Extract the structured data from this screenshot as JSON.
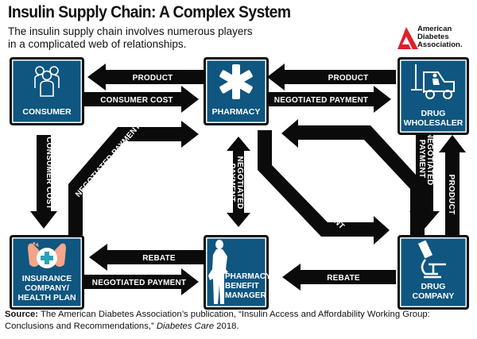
{
  "header": {
    "title": "Insulin Supply Chain: A Complex System",
    "subtitle": "The insulin supply chain involves numerous players in a complicated web of relationships."
  },
  "logo": {
    "line1": "American",
    "line2": "Diabetes",
    "line3": "Association.",
    "icon": "ada-triangle-icon",
    "color": "#e0202a"
  },
  "nodes": {
    "consumer": {
      "label": "CONSUMER",
      "icon": "people-group-icon"
    },
    "pharmacy": {
      "label": "PHARMACY",
      "icon": "asterisk-star-icon"
    },
    "wholesaler": {
      "label_line1": "DRUG",
      "label_line2": "WHOLESALER",
      "icon": "forklift-icon"
    },
    "insurance": {
      "label_line1": "INSURANCE",
      "label_line2": "COMPANY/",
      "label_line3": "HEALTH PLAN",
      "icon": "hands-medical-cross-icon"
    },
    "pbm": {
      "label_line1": "PHARMACY",
      "label_line2": "BENEFIT",
      "label_line3": "MANAGER",
      "icon": "person-silhouette-icon"
    },
    "drug_company": {
      "label_line1": "DRUG",
      "label_line2": "COMPANY",
      "icon": "microscope-icon"
    }
  },
  "flows": {
    "pharmacy_to_consumer": "PRODUCT",
    "consumer_to_pharmacy": "CONSUMER COST",
    "wholesaler_to_pharmacy": "PRODUCT",
    "pharmacy_to_wholesaler": "NEGOTIATED PAYMENT",
    "consumer_to_insurance": "CONSUMER COST",
    "insurance_to_pharmacy": "NEGOTIATED PAYMENT",
    "pharmacy_pbm_line1": "NEGOTIATED",
    "pharmacy_pbm_line2": "PAYMENT",
    "pharmacy_to_drug_company": "NEGOTIATED PAYMENT",
    "drug_company_to_pharmacy": "PRODUCT",
    "wholesaler_to_drug_line1": "NEGOTIATED",
    "wholesaler_to_drug_line2": "PAYMENT",
    "drug_to_wholesaler": "PRODUCT",
    "pbm_to_insurance": "REBATE",
    "insurance_to_pbm": "NEGOTIATED PAYMENT",
    "drug_company_to_pbm": "REBATE"
  },
  "colors": {
    "node_fill": "#0f5680",
    "arrow": "#0b0b0b",
    "hand_skin": "#f4a58a",
    "cross": "#2aa3b5"
  },
  "source": {
    "label": "Source:",
    "text": " The American Diabetes Association’s publication, “Insulin Access and Affordability Working Group: Conclusions and Recommendations,” ",
    "journal": "Diabetes Care",
    "year": " 2018."
  }
}
